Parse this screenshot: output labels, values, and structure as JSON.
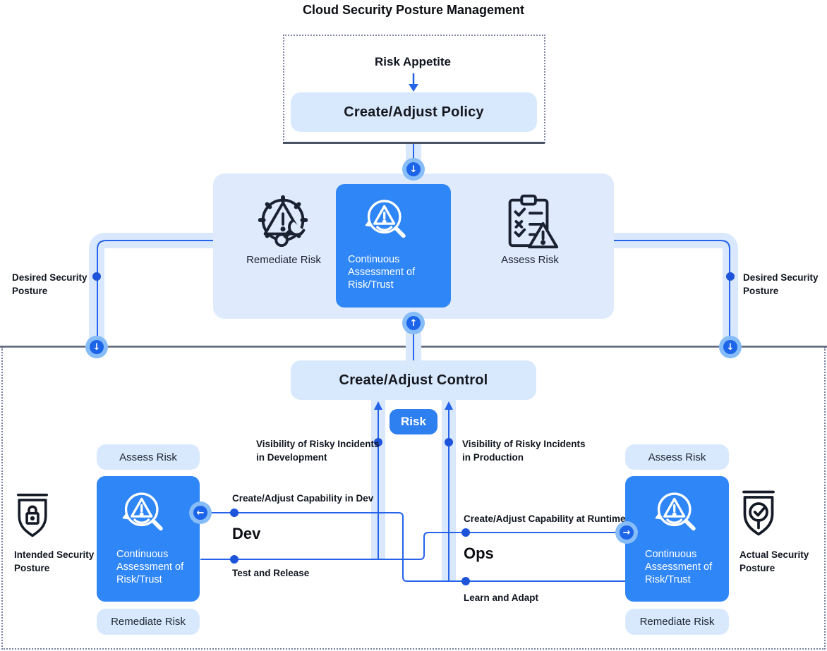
{
  "title": "Cloud Security Posture Management",
  "policy": {
    "risk_appetite": "Risk Appetite",
    "create_adjust_policy": "Create/Adjust Policy"
  },
  "hub": {
    "remediate_label": "Remediate Risk",
    "assess_label": "Assess Risk",
    "cart_lines": [
      "Continuous",
      "Assessment of",
      "Risk/Trust"
    ]
  },
  "posture": {
    "desired_left": [
      "Desired Security",
      "Posture"
    ],
    "desired_right": [
      "Desired Security",
      "Posture"
    ],
    "intended": [
      "Intended Security",
      "Posture"
    ],
    "actual": [
      "Actual Security",
      "Posture"
    ]
  },
  "control": {
    "create_adjust_control": "Create/Adjust Control",
    "risk_badge": "Risk"
  },
  "dev": {
    "assess_label": "Assess Risk",
    "cart_lines": [
      "Continuous",
      "Assessment of",
      "Risk/Trust"
    ],
    "remediate_label": "Remediate Risk",
    "visibility": [
      "Visibility of Risky Incidents",
      "in Development"
    ],
    "capability": "Create/Adjust Capability in Dev",
    "name": "Dev",
    "test_release": "Test and Release"
  },
  "ops": {
    "assess_label": "Assess Risk",
    "cart_lines": [
      "Continuous",
      "Assessment of",
      "Risk/Trust"
    ],
    "remediate_label": "Remediate Risk",
    "visibility": [
      "Visibility of Risky Incidents",
      "in Production"
    ],
    "capability": "Create/Adjust Capability at Runtime",
    "name": "Ops",
    "learn_adapt": "Learn and Adapt"
  },
  "icons": {
    "arrow_down": "↓",
    "arrow_up": "↑",
    "arrow_left": "←",
    "arrow_right": "→"
  },
  "colors": {
    "accent_blue": "#2f86f6",
    "risk_button_blue": "#2e7ff0",
    "line_blue": "#2563eb",
    "dot_blue": "#1d54da",
    "pipe_blue": "#d9e8fc",
    "panel_blue": "#dfeafc",
    "border_gray": "#5a627a",
    "dotted_gray": "#787ea0"
  }
}
